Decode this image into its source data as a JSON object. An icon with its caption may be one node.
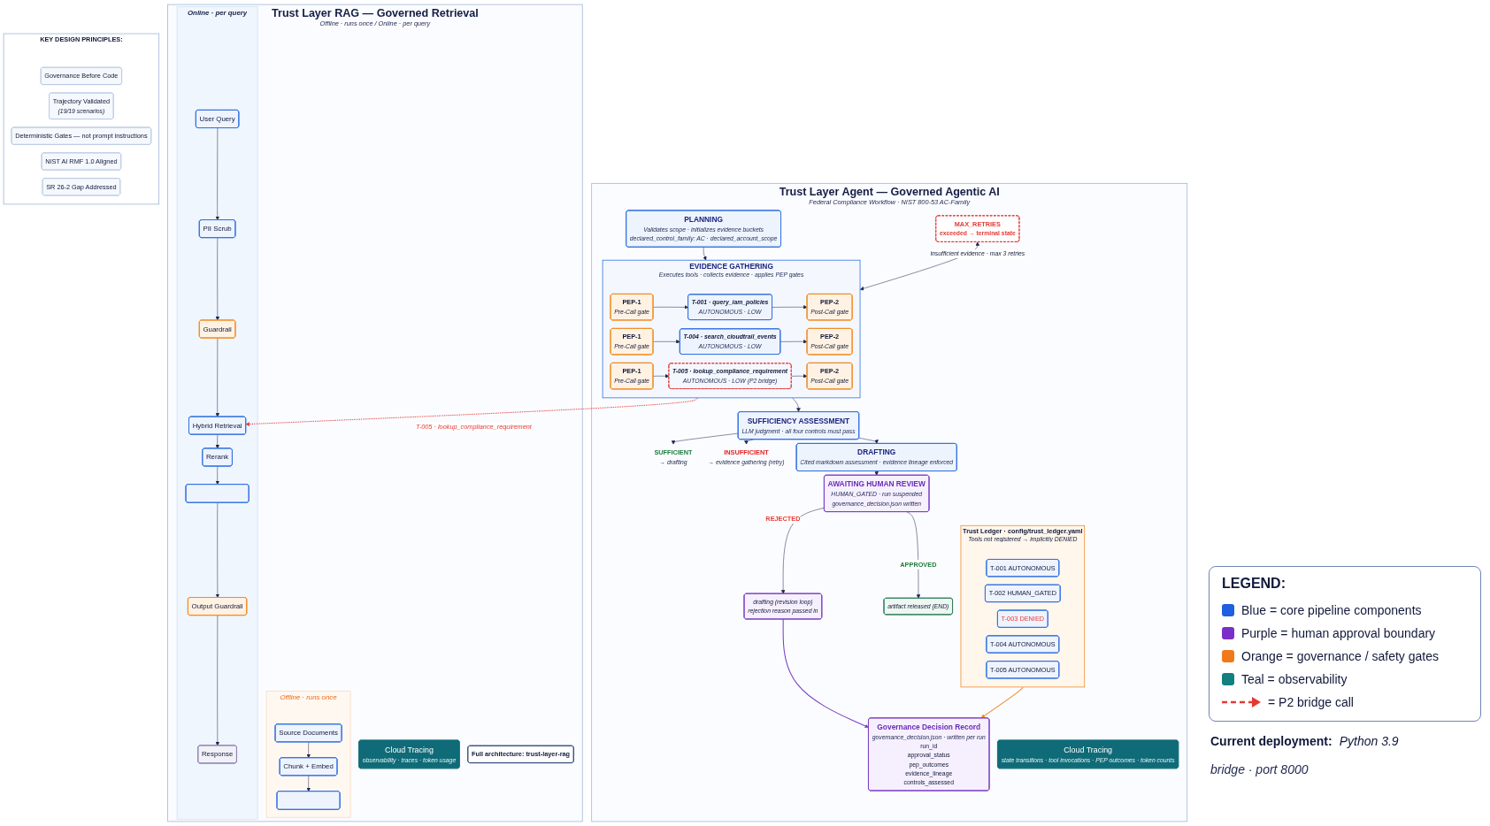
{
  "diagram": {
    "nodes": [
      {
        "text": [
          "Trust Layer RAG — Governed Retrieval",
          "Offline · runs once / Online · per query"
        ]
      },
      {
        "text": [
          "Offline · runs once"
        ],
        "in": 0
      },
      {
        "text": [
          "Source Documents"
        ],
        "in": 1
      },
      {
        "text": [
          "Chunk + Embed"
        ],
        "in": 1
      },
      {
        "text": [],
        "shape": "box",
        "in": 1
      },
      {
        "text": [
          "Online · per query"
        ],
        "in": 0
      },
      {
        "text": [
          "User Query"
        ],
        "in": 5
      },
      {
        "text": [
          "PII Scrub"
        ],
        "in": 5
      },
      {
        "text": [
          "Guardrail"
        ],
        "in": 5
      },
      {
        "text": [
          "Hybrid Retrieval"
        ],
        "in": 5
      },
      {
        "text": [
          "Rerank"
        ],
        "in": 5
      },
      {
        "text": [],
        "shape": "box",
        "in": 5
      },
      {
        "text": [
          "Output Guardrail"
        ],
        "in": 5
      },
      {
        "text": [
          "Response"
        ],
        "in": 5
      },
      {
        "text": [
          "Cloud Tracing",
          "observability · traces · token usage"
        ],
        "in": 0
      },
      {
        "text": [
          "Full architecture: trust-layer-rag"
        ],
        "in": 0
      },
      {
        "text": [
          "Trust Layer Agent — Governed Agentic AI",
          "Federal Compliance Workflow · NIST 800-53 AC-Family"
        ]
      },
      {
        "text": [
          "PLANNING",
          "Validates scope · initializes evidence buckets",
          "declared_control_family: AC · declared_account_scope"
        ],
        "in": 16
      },
      {
        "text": [
          "EVIDENCE GATHERING",
          "Executes tools · collects evidence · applies PEP gates"
        ],
        "in": 16
      },
      {
        "text": [
          "PEP-1",
          "Pre-Call gate"
        ],
        "in": 18
      },
      {
        "text": [
          "T-001 · query_iam_policies",
          "AUTONOMOUS · LOW"
        ],
        "in": 18
      },
      {
        "text": [
          "PEP-2",
          "Post-Call gate"
        ],
        "in": 18
      },
      {
        "text": [
          "PEP-1",
          "Pre-Call gate"
        ],
        "in": 18
      },
      {
        "text": [
          "T-004 · search_cloudtrail_events",
          "AUTONOMOUS · LOW"
        ],
        "in": 18
      },
      {
        "text": [
          "PEP-2",
          "Post-Call gate"
        ],
        "in": 18
      },
      {
        "text": [
          "PEP-1",
          "Pre-Call gate"
        ],
        "in": 18
      },
      {
        "text": [
          "T-005 · lookup_compliance_requirement",
          "AUTONOMOUS · LOW (P2 bridge)"
        ],
        "in": 18
      },
      {
        "text": [
          "PEP-2",
          "Post-Call gate"
        ],
        "in": 18
      },
      {
        "text": [
          "SUFFICIENCY ASSESSMENT",
          "LLM judgment · all four controls must pass"
        ],
        "in": 16
      },
      {
        "text": [
          "SUFFICIENT",
          "→ drafting"
        ],
        "in": 16
      },
      {
        "text": [
          "INSUFFICIENT",
          "→ evidence gathering (retry)"
        ],
        "in": 16
      },
      {
        "text": [
          "DRAFTING",
          "Cited markdown assessment · evidence lineage enforced"
        ],
        "in": 16
      },
      {
        "text": [
          "AWAITING HUMAN REVIEW",
          "HUMAN_GATED · run suspended",
          "governance_decision.json written"
        ],
        "in": 16
      },
      {
        "text": [
          "artifact released (END)"
        ],
        "in": 16
      },
      {
        "text": [
          "drafting (revision loop)",
          "rejection reason passed in"
        ],
        "in": 16
      },
      {
        "text": [
          "MAX_RETRIES",
          "exceeded → terminal state"
        ],
        "in": 16
      },
      {
        "text": [
          "Trust Ledger · config/trust_ledger.yaml",
          "Tools not registered → implicitly DENIED"
        ],
        "in": 16
      },
      {
        "text": [
          "T-001 AUTONOMOUS"
        ],
        "in": 36
      },
      {
        "text": [
          "T-002 HUMAN_GATED"
        ],
        "in": 36
      },
      {
        "text": [
          "T-003 DENIED"
        ],
        "in": 36
      },
      {
        "text": [
          "T-004 AUTONOMOUS"
        ],
        "in": 36
      },
      {
        "text": [
          "T-005 AUTONOMOUS"
        ],
        "in": 36
      },
      {
        "text": [
          "Governance Decision Record",
          "governance_decision.json · written per run",
          "run_id",
          "approval_status",
          "pep_outcomes",
          "evidence_lineage",
          "controls_assessed"
        ],
        "in": 16
      },
      {
        "text": [
          "Cloud Tracing",
          "state transitions · tool invocations · PEP outcomes · token counts"
        ],
        "in": 16
      },
      {
        "text": [
          "KEY DESIGN PRINCIPLES:"
        ]
      },
      {
        "text": [
          "Governance Before Code"
        ],
        "in": 44
      },
      {
        "text": [
          "Trajectory Validated",
          "(19/19 scenarios)"
        ],
        "in": 44
      },
      {
        "text": [
          "Deterministic Gates — not prompt instructions"
        ],
        "in": 44
      },
      {
        "text": [
          "NIST AI RMF 1.0 Aligned"
        ],
        "in": 44
      },
      {
        "text": [
          "SR 26-2 Gap Addressed"
        ],
        "in": 44
      }
    ],
    "edges": [
      {
        "from": 2,
        "to": 3,
        "arrow": "to"
      },
      {
        "from": 3,
        "to": 4,
        "arrow": "to"
      },
      {
        "from": 6,
        "to": 7,
        "arrow": "to"
      },
      {
        "from": 7,
        "to": 8,
        "arrow": "to"
      },
      {
        "from": 8,
        "to": 9,
        "arrow": "to"
      },
      {
        "from": 9,
        "to": 10,
        "arrow": "to"
      },
      {
        "from": 10,
        "to": 11,
        "arrow": "to"
      },
      {
        "from": 11,
        "to": 12,
        "arrow": "to"
      },
      {
        "from": 12,
        "to": 13,
        "arrow": "to"
      },
      {
        "from": 18,
        "to": 9,
        "arrow": "to",
        "style": "dashed",
        "color": "#e53935",
        "label": "T-005 · lookup_compliance_requirement"
      },
      {
        "from": 17,
        "to": 18,
        "arrow": "to"
      },
      {
        "from": 19,
        "to": 20,
        "arrow": "to"
      },
      {
        "from": 20,
        "to": 21,
        "arrow": "to"
      },
      {
        "from": 22,
        "to": 23,
        "arrow": "to"
      },
      {
        "from": 23,
        "to": 24,
        "arrow": "to"
      },
      {
        "from": 25,
        "to": 26,
        "arrow": "to"
      },
      {
        "from": 26,
        "to": 27,
        "arrow": "to"
      },
      {
        "from": 18,
        "to": 28,
        "arrow": "to"
      },
      {
        "from": 28,
        "to": 29,
        "arrow": "to"
      },
      {
        "from": 28,
        "to": 30,
        "arrow": "to"
      },
      {
        "from": 28,
        "to": 31,
        "arrow": "to"
      },
      {
        "from": 35,
        "to": 18,
        "arrow": "both",
        "label": "insufficient evidence · max 3 retries"
      },
      {
        "from": 31,
        "to": 32,
        "arrow": "to"
      },
      {
        "from": 32,
        "to": 33,
        "arrow": "to",
        "label": "APPROVED"
      },
      {
        "from": 32,
        "to": 34,
        "arrow": "to",
        "label": "REJECTED"
      },
      {
        "from": 34,
        "to": 42,
        "arrow": "to",
        "color": "#7b3fc4"
      },
      {
        "from": 36,
        "to": 42,
        "arrow": "to",
        "color": "#f08a24"
      }
    ],
    "labels": [
      "bridge · port 8000",
      "LEGEND:",
      "Current deployment:",
      "Python 3.9"
    ],
    "legend": [
      {
        "text": "Blue = core pipeline components",
        "color": "#1f5fe0"
      },
      {
        "text": "Purple = human approval boundary",
        "color": "#7b2fc9"
      },
      {
        "text": "Orange = governance / safety gates",
        "color": "#f07a1a"
      },
      {
        "text": "Teal = observability",
        "color": "#12807e"
      },
      {
        "text": "= P2 bridge call"
      }
    ]
  }
}
